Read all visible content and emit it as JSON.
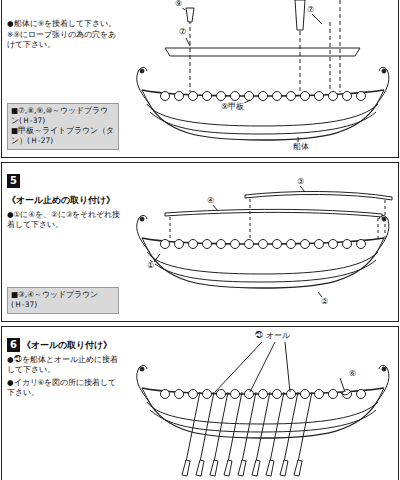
{
  "diagram": {
    "nodes": [
      {
        "text": [
          "●船体に⑨を接着して下さい。",
          "※⑨にロープ張りの為の穴をあけて下さい。"
        ]
      },
      {
        "text": [
          "■⑦,⑧,⑨,⑩～ウッドブラウン(Ｈ-37)",
          "■甲板～ライトブラウン（タン）(Ｈ-27)"
        ],
        "in": 0
      },
      {
        "text": [
          "5",
          "《オール止めの取り付け》",
          "●①に④を、②に③をそれぞれ接着して下さい。"
        ]
      },
      {
        "text": [
          "■③,④～ウッドブラウン(Ｈ-37)"
        ],
        "in": 2
      },
      {
        "text": [
          "6",
          "《オールの取り付け》",
          "●㉑を船体とオール止めに接着して下さい。",
          "●イカリ⑥を図の所に接着して下さい。"
        ]
      }
    ],
    "labels": [
      "⑨",
      "⑦",
      "⑦",
      "⑨甲板",
      "船体",
      "③",
      "④",
      "①",
      "②",
      "㉑ オール",
      "⑥"
    ]
  }
}
